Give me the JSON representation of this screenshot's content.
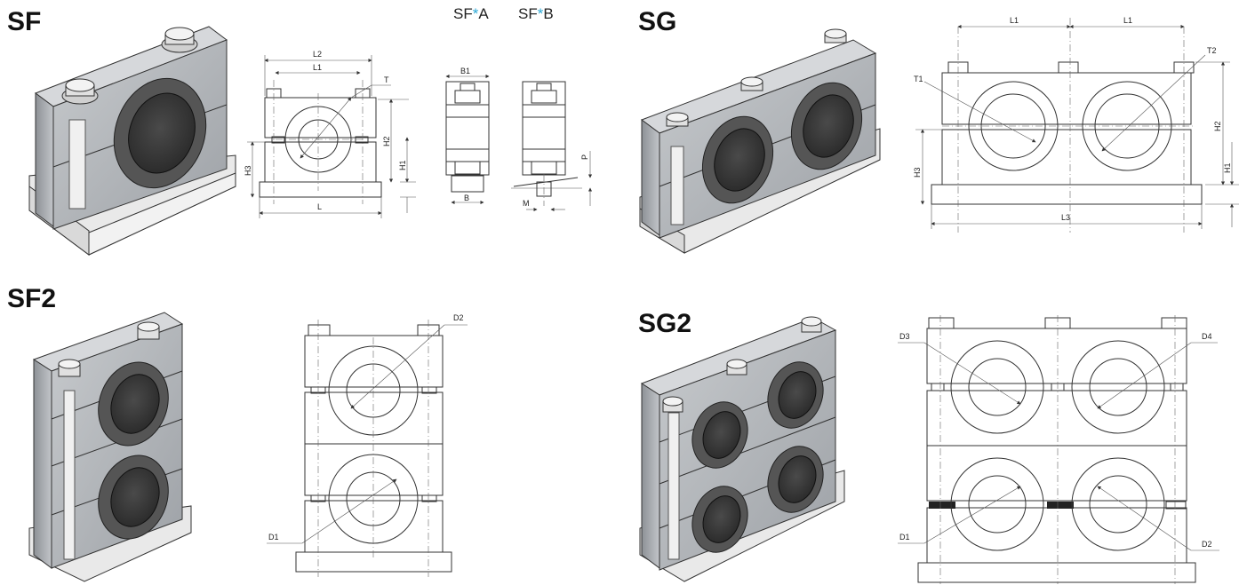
{
  "sections": {
    "sf": {
      "title": "SF",
      "variant_a": {
        "prefix": "SF",
        "star": "*",
        "suffix": "A"
      },
      "variant_b": {
        "prefix": "SF",
        "star": "*",
        "suffix": "B"
      }
    },
    "sg": {
      "title": "SG"
    },
    "sf2": {
      "title": "SF2"
    },
    "sg2": {
      "title": "SG2"
    }
  },
  "dims": {
    "sf_front": {
      "l2": "L2",
      "l1": "L1",
      "t": "T",
      "h2": "H2",
      "h1": "H1",
      "h3": "H3",
      "l": "L"
    },
    "sf_side_a": {
      "b1": "B1",
      "b": "B"
    },
    "sf_side_b": {
      "p": "P",
      "m": "M"
    },
    "sg_front": {
      "l1a": "L1",
      "l1b": "L1",
      "t1": "T1",
      "t2": "T2",
      "h2": "H2",
      "h1": "H1",
      "h3": "H3",
      "l3": "L3"
    },
    "sf2_front": {
      "d1": "D1",
      "d2": "D2"
    },
    "sg2_front": {
      "d1": "D1",
      "d2": "D2",
      "d3": "D3",
      "d4": "D4"
    }
  },
  "colors": {
    "accent_star": "#2aa8d6",
    "metal_top": "#d4d6d9",
    "metal_side": "#9a9ea3",
    "metal_front": "#bfc2c6",
    "rubber": "#3a3a3a",
    "insert": "#d8d8d8"
  }
}
